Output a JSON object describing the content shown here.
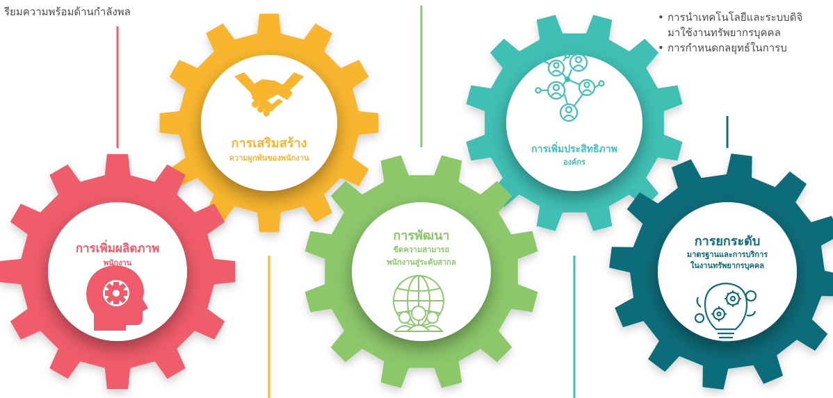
{
  "captions": {
    "top_left": "รียมความพร้อมด้านกำลังพล",
    "top_right_item1_line1": "การนำเทคโนโลยีและระบบดิจิ",
    "top_right_item1_line2": "มาใช้งานทรัพยากรบุคคล",
    "top_right_item2": "การกำหนดกลยุทธ์ในการบ"
  },
  "gears": {
    "productivity": {
      "title": "การเพิ่มผลิตภาพ",
      "subtitle": "พนักงาน",
      "icon": "head-gear-icon",
      "color": "#ef5b6a"
    },
    "engagement": {
      "title": "การเสริมสร้าง",
      "subtitle": "ความผูกพันของพนักงาน",
      "icon": "handshake-icon",
      "color": "#f8b62f"
    },
    "development": {
      "title": "การพัฒนา",
      "subtitle_line1": "ขีดความสามารถ",
      "subtitle_line2": "พนักงานสู่ระดับสากล",
      "icon": "globe-people-icon",
      "color": "#8cc76b"
    },
    "efficiency": {
      "title": "การเพิ่มประสิทธิภาพ",
      "subtitle": "องค์กร",
      "icon": "network-people-icon",
      "color": "#3fbfb5"
    },
    "upgrade": {
      "title": "การยกระดับ",
      "subtitle_line1": "มาตรฐานและการบริการ",
      "subtitle_line2": "ในงานทรัพยากรบุคคล",
      "icon": "bulb-gears-icon",
      "color": "#0f6c79"
    }
  }
}
